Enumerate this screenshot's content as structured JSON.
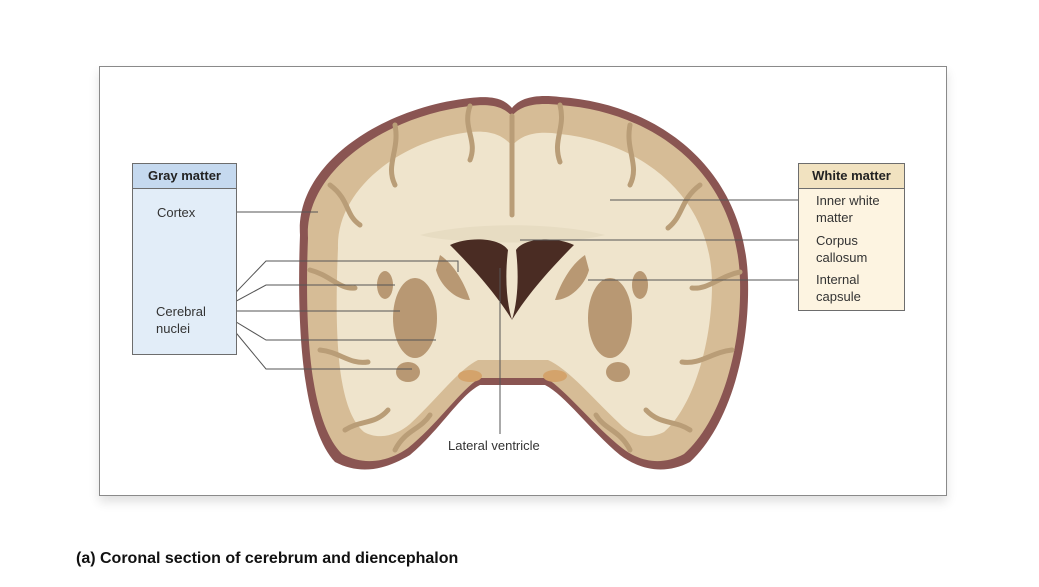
{
  "gray_matter": {
    "header": "Gray matter",
    "cortex": "Cortex",
    "cerebral_nuclei_line1": "Cerebral",
    "cerebral_nuclei_line2": "nuclei"
  },
  "white_matter": {
    "header": "White matter",
    "inner_line1": "Inner white",
    "inner_line2": "matter",
    "corpus_line1": "Corpus",
    "corpus_line2": "callosum",
    "internal_line1": "Internal",
    "internal_line2": "capsule"
  },
  "lateral_ventricle": "Lateral ventricle",
  "caption": "(a) Coronal section of cerebrum and diencephalon",
  "colors": {
    "gray_box_fill": "#e2edf8",
    "gray_box_header": "#c5d9ef",
    "white_box_fill": "#fdf4e1",
    "white_box_header": "#f1e2c0",
    "cortex": "#d6bc96",
    "white_matter": "#efe4cc",
    "meninges": "#8a5552",
    "ventricle": "#4a2c23",
    "nuclei": "#b89873"
  }
}
